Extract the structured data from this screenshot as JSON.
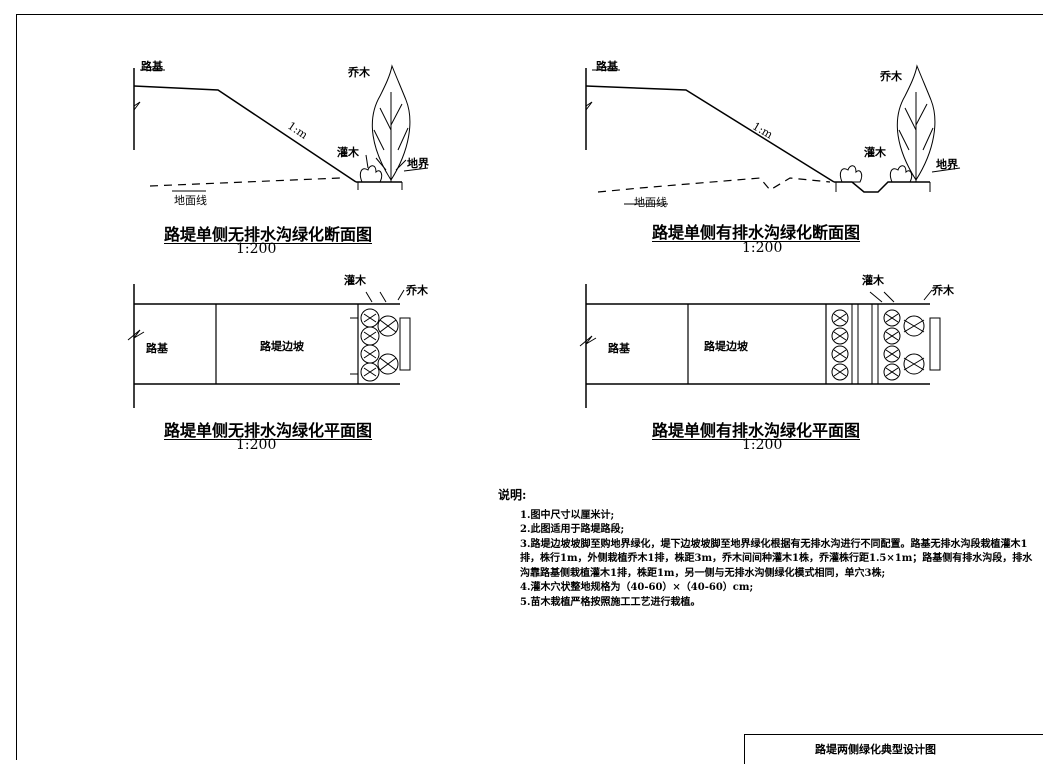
{
  "section_left": {
    "title": "路堤单侧无排水沟绿化断面图",
    "scale": "1:200",
    "labels": {
      "subgrade": "路基",
      "tree": "乔木",
      "shrub": "灌木",
      "slope": "1:m",
      "boundary": "地界",
      "ground_line": "地面线"
    }
  },
  "section_right": {
    "title": "路堤单侧有排水沟绿化断面图",
    "scale": "1:200",
    "labels": {
      "subgrade": "路基",
      "tree": "乔木",
      "shrub": "灌木",
      "slope": "1:m",
      "boundary": "地界",
      "ground_line": "地面线"
    }
  },
  "plan_left": {
    "title": "路堤单侧无排水沟绿化平面图",
    "scale": "1:200",
    "labels": {
      "subgrade": "路基",
      "slope": "路堤边坡",
      "shrub": "灌木",
      "tree": "乔木"
    }
  },
  "plan_right": {
    "title": "路堤单侧有排水沟绿化平面图",
    "scale": "1:200",
    "labels": {
      "subgrade": "路基",
      "slope": "路堤边坡",
      "shrub": "灌木",
      "tree": "乔木"
    }
  },
  "notes": {
    "heading": "说明:",
    "items": [
      "1.图中尺寸以厘米计;",
      "2.此图适用于路堤路段;",
      "3.路堤边坡坡脚至购地界绿化，堤下边坡坡脚至地界绿化根据有无排水沟进行不同配置。路基无排水沟段栽植灌木1排，株行1m，外侧栽植乔木1排，株距3m，乔木间间种灌木1株，乔灌株行距1.5×1m；路基侧有排水沟段，排水沟靠路基侧栽植灌木1排，株距1m，另一侧与无排水沟侧绿化模式相同，单穴3株;",
      "4.灌木穴状整地规格为（40-60）×（40-60）cm;",
      "5.苗木栽植严格按照施工工艺进行栽植。"
    ]
  },
  "title_block": {
    "drawing_title": "路堤两侧绿化典型设计图"
  }
}
